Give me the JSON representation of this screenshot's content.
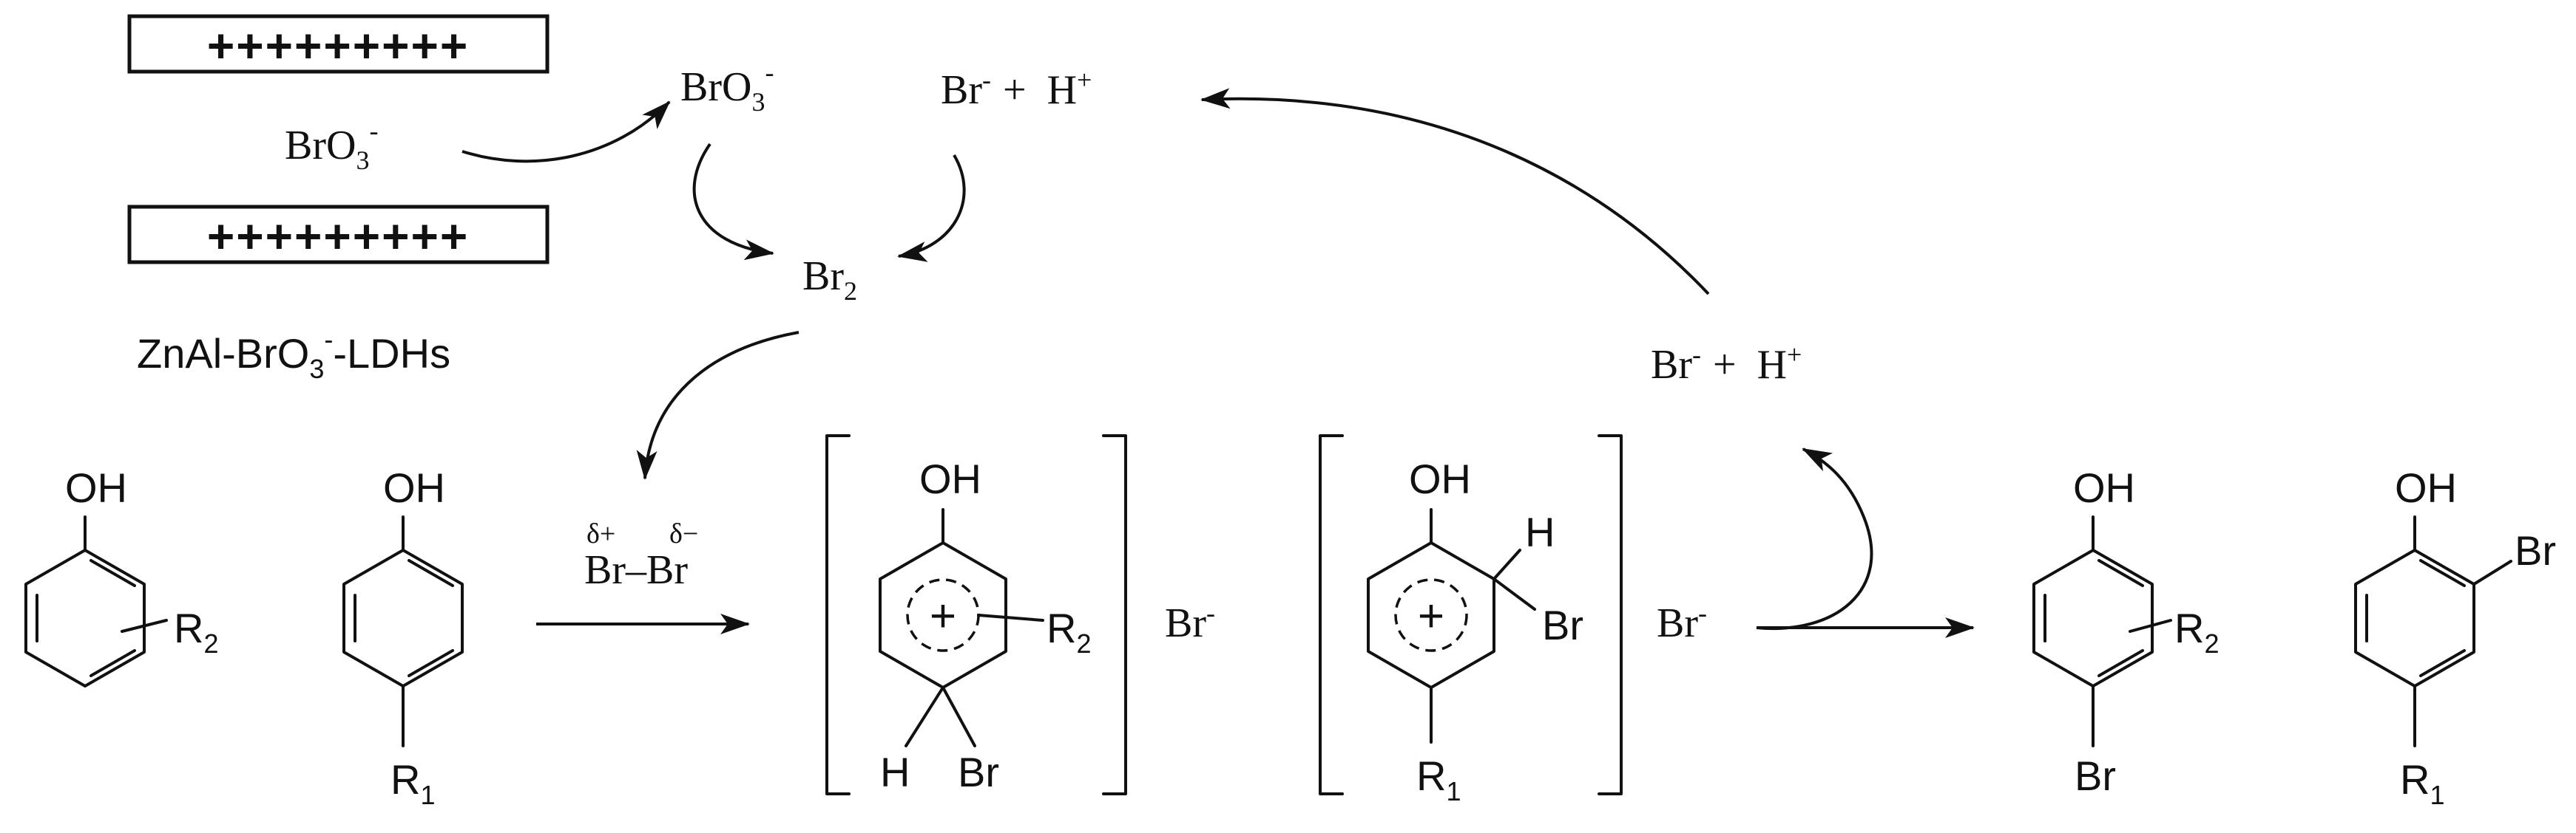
{
  "ldh": {
    "plus_row": "+++++++++",
    "anion": "BrO",
    "anion_sub": "3",
    "anion_sup": "-",
    "name_a": "ZnAl-BrO",
    "name_sub": "3",
    "name_sup": "-",
    "name_b": "-LDHs"
  },
  "cycle": {
    "bromate": "BrO",
    "bromate_sub": "3",
    "bromate_sup": "-",
    "bromide": "Br",
    "bromide_sup": "-",
    "plus": "+",
    "proton": "H",
    "proton_sup": "+",
    "bromine": "Br",
    "bromine_sub": "2"
  },
  "reaction": {
    "delta_plus": "δ+",
    "delta_minus": "δ−",
    "polarized_bromine": "Br–Br"
  },
  "byproduct": {
    "bromide": "Br",
    "bromide_sup": "-",
    "plus": "+",
    "proton": "H",
    "proton_sup": "+"
  },
  "labels": {
    "oh": "OH",
    "r1": "R",
    "r1_sub": "1",
    "r2": "R",
    "r2_sub": "2",
    "br": "Br",
    "h": "H",
    "cation_charge": "+",
    "counter_ion": "Br",
    "counter_ion_sup": "-"
  }
}
